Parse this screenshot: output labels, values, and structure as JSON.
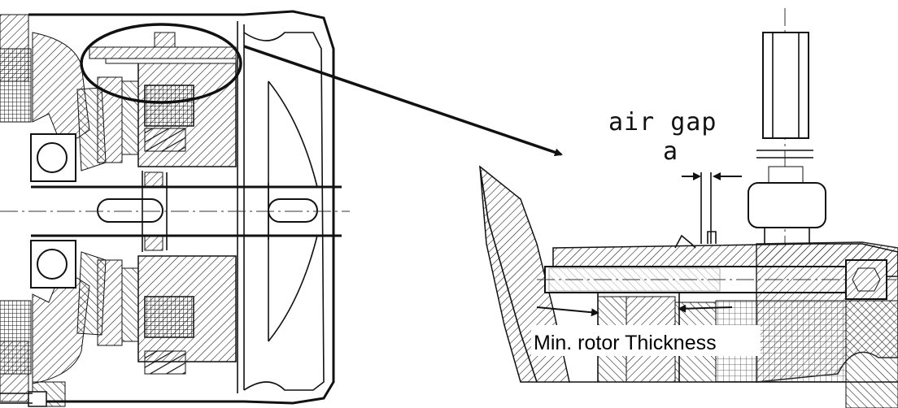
{
  "labels": {
    "air_gap": "air gap",
    "gap_symbol": "a",
    "min_rotor": "Min. rotor Thickness"
  },
  "colors": {
    "line": "#111111",
    "background": "#ffffff"
  }
}
